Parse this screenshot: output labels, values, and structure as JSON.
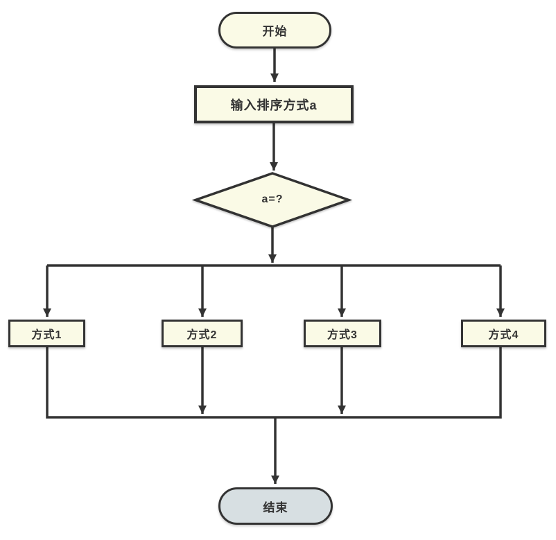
{
  "diagram": {
    "type": "flowchart",
    "background": "#FFFFFF",
    "colors": {
      "process_fill": "#FAFAE6",
      "end_terminator_fill": "#D7DFE2",
      "stroke": "#333333"
    },
    "nodes": {
      "start": {
        "label": "开始",
        "shape": "terminator"
      },
      "input": {
        "label": "输入排序方式a",
        "shape": "process"
      },
      "decision": {
        "label": "a=?",
        "shape": "decision"
      },
      "method1": {
        "label": "方式1",
        "shape": "process"
      },
      "method2": {
        "label": "方式2",
        "shape": "process"
      },
      "method3": {
        "label": "方式3",
        "shape": "process"
      },
      "method4": {
        "label": "方式4",
        "shape": "process"
      },
      "end": {
        "label": "结束",
        "shape": "terminator"
      }
    },
    "edges": [
      {
        "from": "start",
        "to": "input",
        "arrow": true
      },
      {
        "from": "input",
        "to": "decision",
        "arrow": true
      },
      {
        "from": "decision",
        "to": "branch-bar",
        "arrow": true
      },
      {
        "from": "branch-bar",
        "to": "method1",
        "arrow": true
      },
      {
        "from": "branch-bar",
        "to": "method2",
        "arrow": true
      },
      {
        "from": "branch-bar",
        "to": "method3",
        "arrow": true
      },
      {
        "from": "branch-bar",
        "to": "method4",
        "arrow": true
      },
      {
        "from": "method1",
        "to": "merge-bar",
        "arrow": false
      },
      {
        "from": "method2",
        "to": "merge-bar",
        "arrow": true
      },
      {
        "from": "method3",
        "to": "merge-bar",
        "arrow": true
      },
      {
        "from": "method4",
        "to": "merge-bar",
        "arrow": false
      },
      {
        "from": "merge-bar",
        "to": "end",
        "arrow": true
      }
    ]
  }
}
